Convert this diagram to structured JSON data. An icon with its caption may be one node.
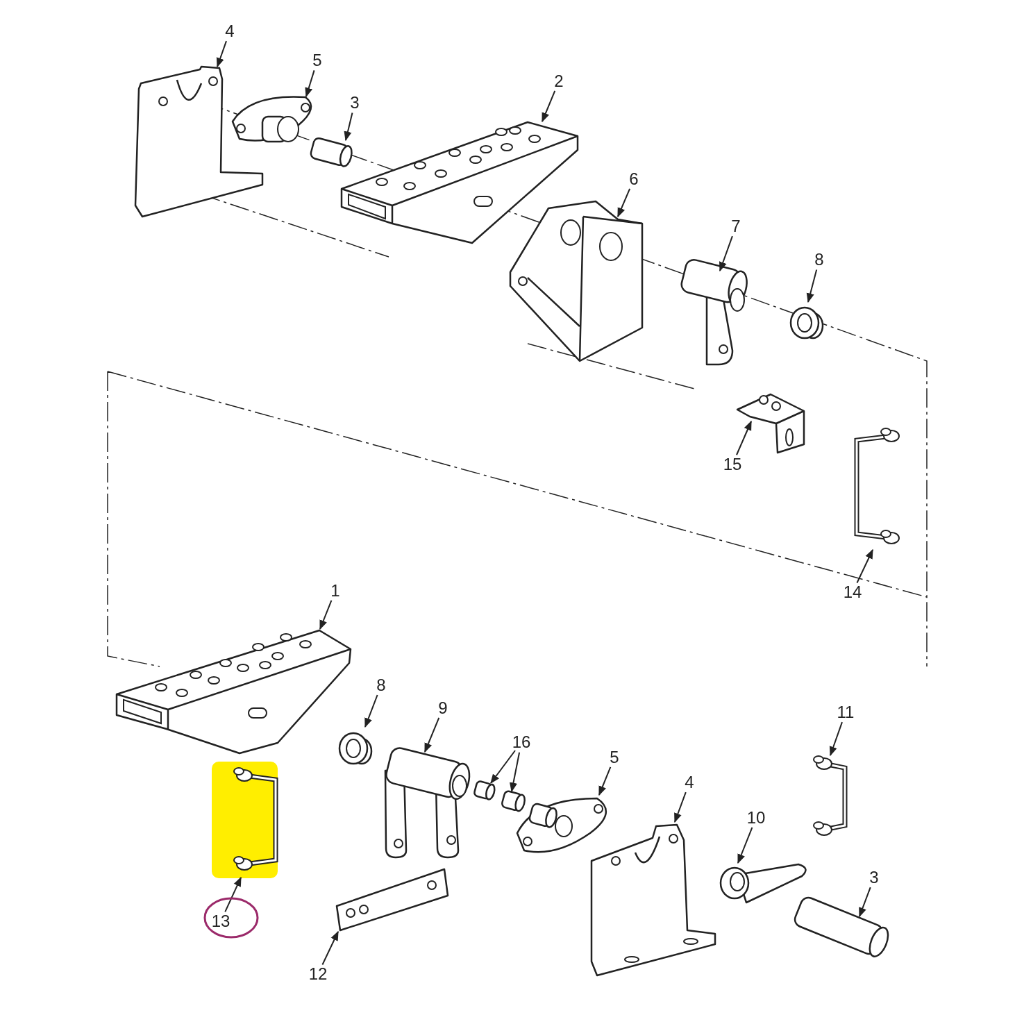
{
  "diagram": {
    "nodes": [
      {
        "text": [
          "4"
        ]
      },
      {
        "text": [],
        "shape": "picture"
      },
      {
        "text": [
          "5"
        ]
      },
      {
        "text": [],
        "shape": "picture"
      },
      {
        "text": [
          "3"
        ]
      },
      {
        "text": [],
        "shape": "cylinder"
      },
      {
        "text": [
          "2"
        ]
      },
      {
        "text": [],
        "shape": "picture"
      },
      {
        "text": [
          "6"
        ]
      },
      {
        "text": [],
        "shape": "picture"
      },
      {
        "text": [
          "7"
        ]
      },
      {
        "text": [],
        "shape": "picture"
      },
      {
        "text": [
          "8"
        ]
      },
      {
        "text": [],
        "shape": "picture"
      },
      {
        "text": [
          "15"
        ]
      },
      {
        "text": [],
        "shape": "picture"
      },
      {
        "text": [
          "14"
        ]
      },
      {
        "text": [],
        "shape": "picture"
      },
      {
        "text": [
          "1"
        ]
      },
      {
        "text": [],
        "shape": "picture"
      },
      {
        "text": [
          "8"
        ]
      },
      {
        "text": [],
        "shape": "picture"
      },
      {
        "text": [
          "9"
        ]
      },
      {
        "text": [],
        "shape": "picture"
      },
      {
        "text": [
          "16"
        ]
      },
      {
        "text": [],
        "shape": "cylinder"
      },
      {
        "text": [],
        "shape": "cylinder"
      },
      {
        "text": [
          "5"
        ]
      },
      {
        "text": [],
        "shape": "picture"
      },
      {
        "text": [
          "4"
        ]
      },
      {
        "text": [],
        "shape": "picture"
      },
      {
        "text": [
          "10"
        ]
      },
      {
        "text": [],
        "shape": "picture"
      },
      {
        "text": [
          "11"
        ]
      },
      {
        "text": [],
        "shape": "picture"
      },
      {
        "text": [
          "3"
        ]
      },
      {
        "text": [],
        "shape": "picture"
      },
      {
        "text": [
          "12"
        ]
      },
      {
        "text": [],
        "shape": "picture"
      },
      {
        "text": [
          "13"
        ]
      },
      {
        "text": [],
        "shape": "picture"
      }
    ],
    "edges": [
      {
        "from": 0,
        "to": 1,
        "arrow": "to"
      },
      {
        "from": 2,
        "to": 3,
        "arrow": "to"
      },
      {
        "from": 4,
        "to": 5,
        "arrow": "to"
      },
      {
        "from": 6,
        "to": 7,
        "arrow": "to"
      },
      {
        "from": 8,
        "to": 9,
        "arrow": "to"
      },
      {
        "from": 10,
        "to": 11,
        "arrow": "to"
      },
      {
        "from": 12,
        "to": 13,
        "arrow": "to"
      },
      {
        "from": 14,
        "to": 15,
        "arrow": "to"
      },
      {
        "from": 16,
        "to": 17,
        "arrow": "to"
      },
      {
        "from": 18,
        "to": 19,
        "arrow": "to"
      },
      {
        "from": 20,
        "to": 21,
        "arrow": "to"
      },
      {
        "from": 22,
        "to": 23,
        "arrow": "to"
      },
      {
        "from": 24,
        "to": 25,
        "arrow": "to"
      },
      {
        "from": 24,
        "to": 26,
        "arrow": "to"
      },
      {
        "from": 27,
        "to": 28,
        "arrow": "to"
      },
      {
        "from": 29,
        "to": 30,
        "arrow": "to"
      },
      {
        "from": 31,
        "to": 32,
        "arrow": "to"
      },
      {
        "from": 33,
        "to": 34,
        "arrow": "to"
      },
      {
        "from": 35,
        "to": 36,
        "arrow": "to"
      },
      {
        "from": 37,
        "to": 38,
        "arrow": "to"
      },
      {
        "from": 39,
        "to": 40,
        "arrow": "to"
      }
    ]
  }
}
